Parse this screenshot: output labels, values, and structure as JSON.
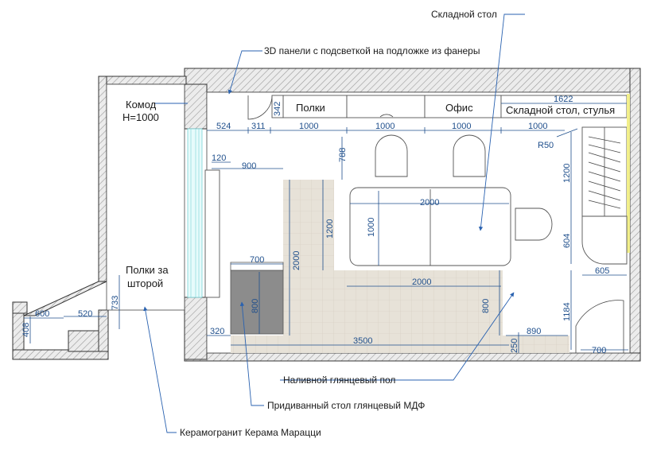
{
  "rooms": {
    "komod": "Комод",
    "komod_h": "H=1000",
    "polki_za": "Полки за",
    "shtoroy": "шторой",
    "polki": "Полки",
    "ofis": "Офис",
    "skladnoy_stulya": "Складной стол, стулья"
  },
  "notes": {
    "skladnoy_stol": "Складной стол",
    "panels_3d": "3D панели с подсветкой на подложке из фанеры",
    "nalivnoy_pol": "Наливной глянцевый пол",
    "pridivanny_stol": "Придиванный стол глянцевый МДФ",
    "keramogranit": "Керамогранит Керама Марацци"
  },
  "dims": {
    "d524": "524",
    "d311": "311",
    "d342": "342",
    "d1000a": "1000",
    "d1000b": "1000",
    "d1000c": "1000",
    "d1000d": "1000",
    "d1622": "1622",
    "r50": "R50",
    "d788": "788",
    "d120": "120",
    "d900": "900",
    "d1200v": "1200",
    "d2000a": "2000",
    "d1000v": "1000",
    "d1200r": "1200",
    "d604": "604",
    "d605": "605",
    "d700a": "700",
    "d2000v": "2000",
    "d2000b": "2000",
    "d800a": "800",
    "d800b": "800",
    "d1184": "1184",
    "d320": "320",
    "d3500": "3500",
    "d890": "890",
    "d250": "250",
    "d700b": "700",
    "d600": "600",
    "d520": "520",
    "d733": "733",
    "d408": "408"
  }
}
